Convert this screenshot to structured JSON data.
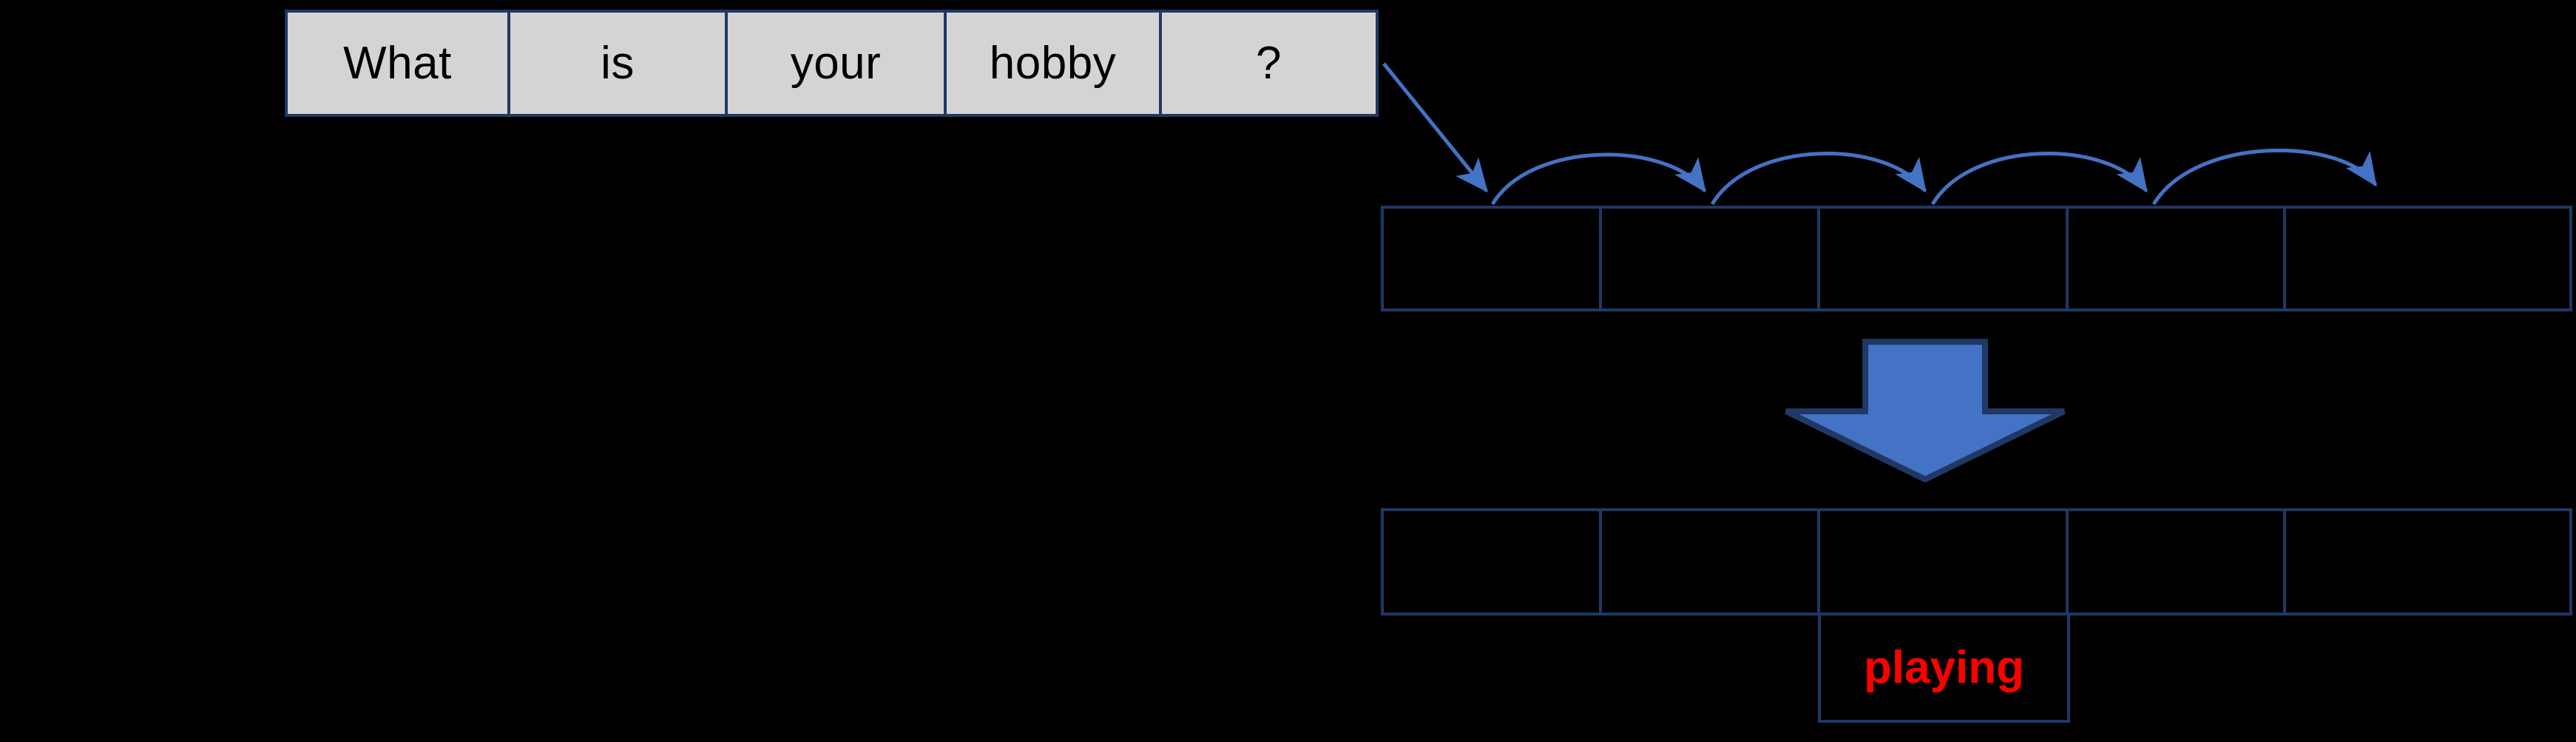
{
  "diagram": {
    "title": "Sequence-to-sequence decoding illustration",
    "background_color": "#000000",
    "palette": {
      "cell_fill": "#D4D4D4",
      "cell_border": "#1F3864",
      "arrow_blue": "#4472C4",
      "arrow_outline": "#1F3864",
      "output_text": "#FF0000",
      "source_text": "#000000"
    }
  },
  "source_table": {
    "name": "input-sentence-tokens",
    "cells": [
      {
        "label": "What"
      },
      {
        "label": "is"
      },
      {
        "label": "your"
      },
      {
        "label": "hobby"
      },
      {
        "label": "?"
      }
    ]
  },
  "encoder_table": {
    "name": "encoder-state-row",
    "cells": [
      {
        "label": ""
      },
      {
        "label": ""
      },
      {
        "label": ""
      },
      {
        "label": ""
      },
      {
        "label": ""
      }
    ]
  },
  "decoder_table": {
    "name": "decoder-state-row",
    "cells": [
      {
        "label": ""
      },
      {
        "label": ""
      },
      {
        "label": ""
      },
      {
        "label": ""
      },
      {
        "label": ""
      }
    ]
  },
  "output_cell": {
    "name": "predicted-token",
    "label": "playing"
  },
  "connectors": {
    "feed_line_label": "diagonal-feed-line",
    "recurrence_arcs": 4,
    "big_arrow_label": "down-arrow-encoder-to-decoder"
  }
}
